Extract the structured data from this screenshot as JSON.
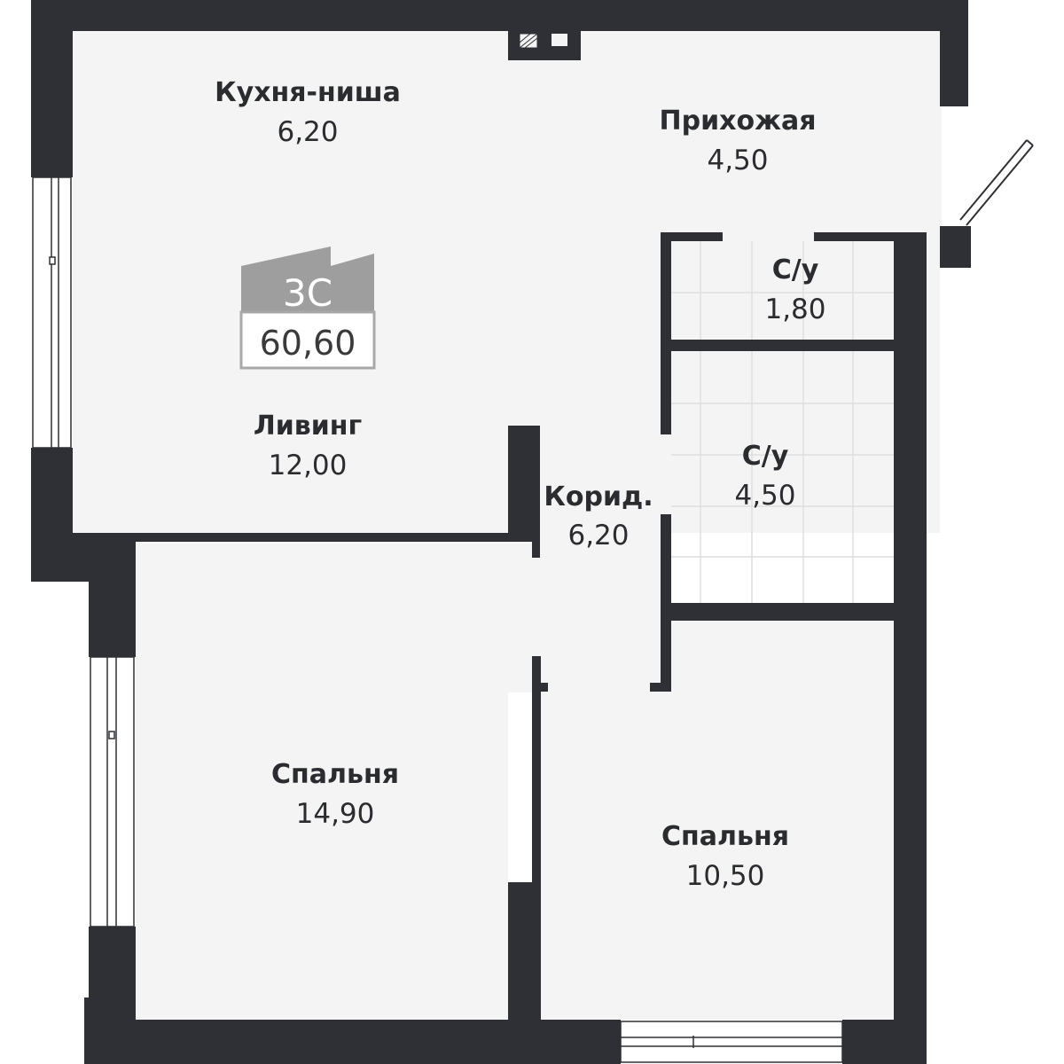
{
  "colors": {
    "wall": "#2f3035",
    "floor": "#f4f4f4",
    "tile_line": "#d9d9d9",
    "text": "#2b2c30",
    "badge_fill": "#9e9e9e",
    "badge_border": "#a8a8a8"
  },
  "badge": {
    "type": "3С",
    "total_area": "60,60"
  },
  "rooms": {
    "kitchen": {
      "label": "Кухня-ниша",
      "area": "6,20"
    },
    "hall": {
      "label": "Прихожая",
      "area": "4,50"
    },
    "wc_small": {
      "label": "С/у",
      "area": "1,80"
    },
    "living": {
      "label": "Ливинг",
      "area": "12,00"
    },
    "corridor": {
      "label": "Корид.",
      "area": "6,20"
    },
    "wc_large": {
      "label": "С/у",
      "area": "4,50"
    },
    "bedroom_1": {
      "label": "Спальня",
      "area": "14,90"
    },
    "bedroom_2": {
      "label": "Спальня",
      "area": "10,50"
    }
  }
}
